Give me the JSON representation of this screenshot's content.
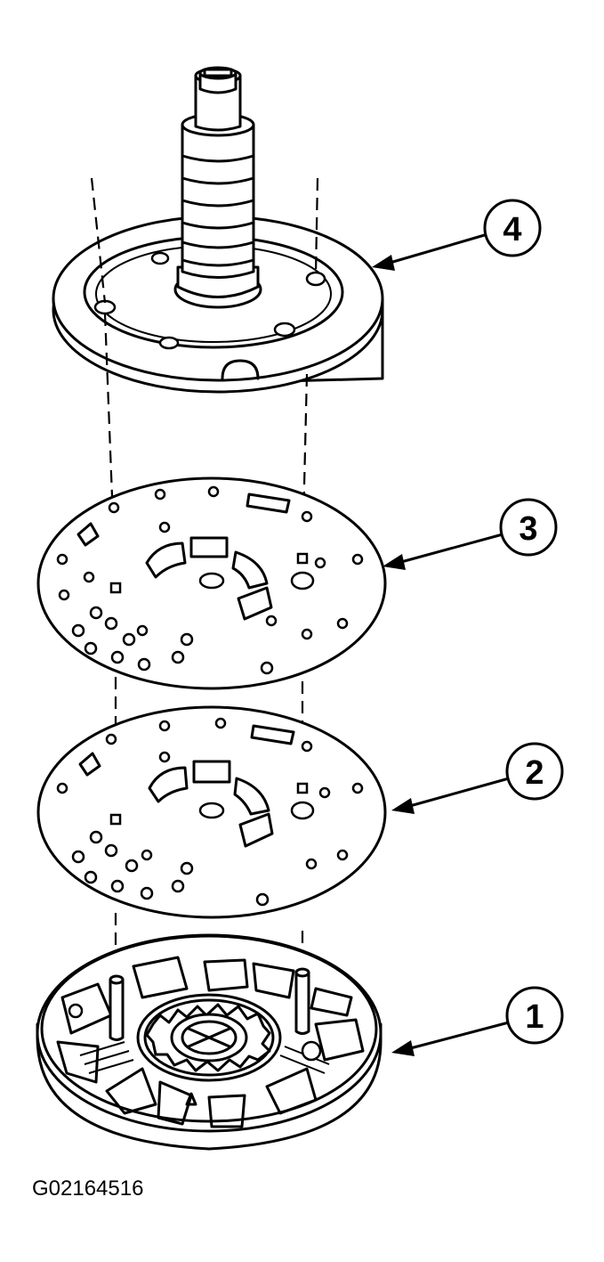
{
  "callouts": [
    {
      "label": "4"
    },
    {
      "label": "3"
    },
    {
      "label": "2"
    },
    {
      "label": "1"
    }
  ],
  "figure_code": "G02164516",
  "colors": {
    "ink": "#000000",
    "paper": "#ffffff"
  }
}
